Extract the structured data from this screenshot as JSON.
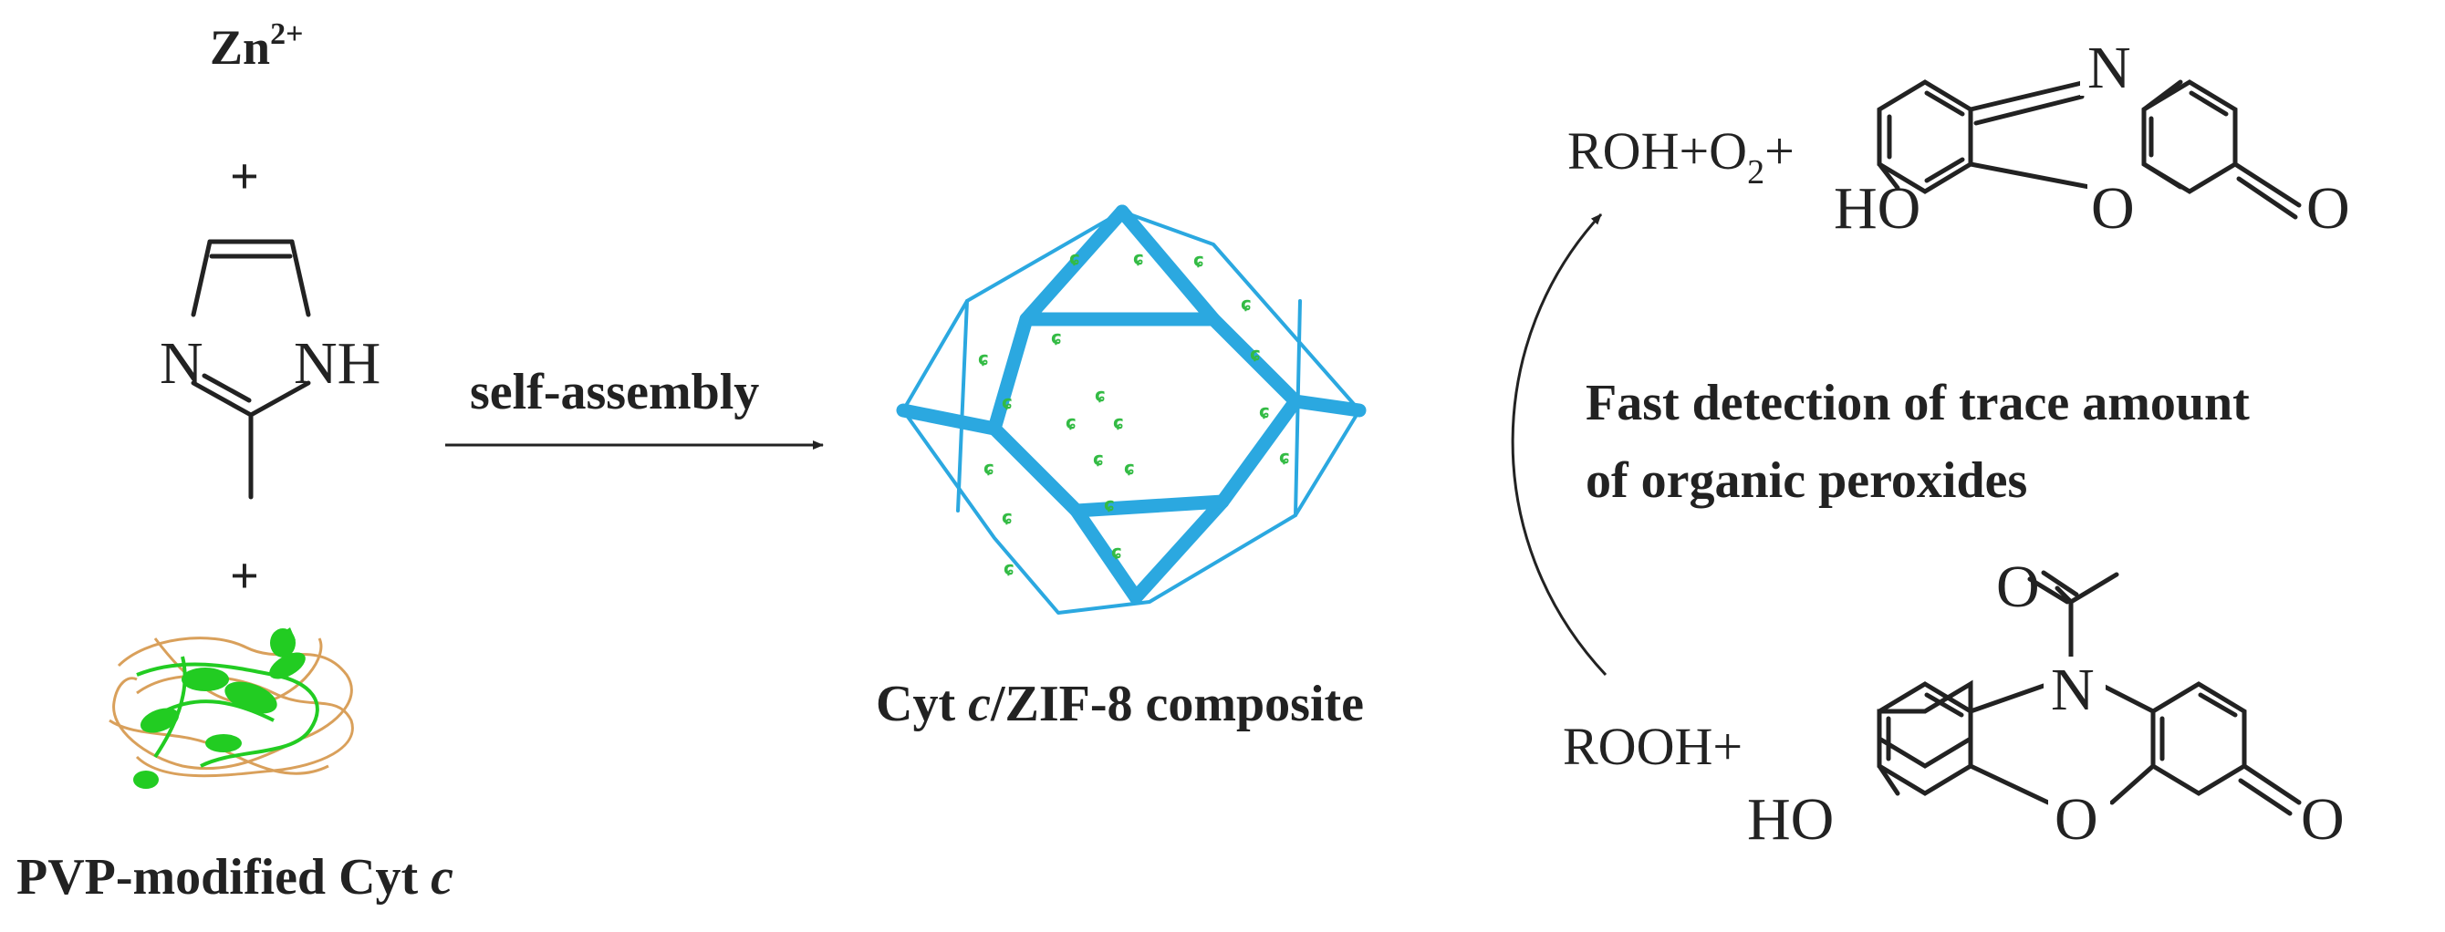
{
  "reactants": {
    "zinc": {
      "base": "Zn",
      "sup": "2+"
    },
    "plus_1": "+",
    "plus_2": "+",
    "imidazole_n": "N",
    "imidazole_nh": "NH",
    "protein_label": {
      "text": "PVP-modified Cyt ",
      "italic": "c"
    }
  },
  "arrow_label": "self-assembly",
  "composite_label": {
    "pre": "Cyt ",
    "italic": "c",
    "post": "/ZIF-8 composite"
  },
  "detection_text": [
    "Fast detection of trace amount",
    "of organic peroxides"
  ],
  "products": {
    "top_pre": "ROH+O",
    "top_sub": "2",
    "top_post": "+",
    "bottom": "ROOH+"
  },
  "resorufin": {
    "n": "N",
    "o_ring": "O",
    "ho": "HO",
    "o_keto": "O"
  },
  "amplex": {
    "n": "N",
    "o_acetyl": "O",
    "o_ring": "O",
    "ho": "HO",
    "o_keto": "O"
  },
  "colors": {
    "cage": "#2BA8E0",
    "protein_green": "#22CC22",
    "protein_orange": "#D9A05B",
    "text": "#222222"
  }
}
